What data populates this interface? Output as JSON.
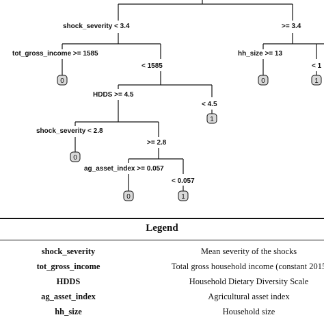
{
  "tree": {
    "splits": {
      "shock_lt": "shock_severity < 3.4",
      "shock_ge": ">= 3.4",
      "income_ge": "tot_gross_income >= 1585",
      "income_lt": "< 1585",
      "hh_ge": "hh_size >= 13",
      "hh_lt": "< 1",
      "hdds_ge": "HDDS >= 4.5",
      "hdds_lt": "< 4.5",
      "shock2_lt": "shock_severity < 2.8",
      "shock2_ge": ">= 2.8",
      "ag_ge": "ag_asset_index >= 0.057",
      "ag_lt": "< 0.057"
    },
    "leaves": {
      "l1": "0",
      "l2": "0",
      "l3": "1",
      "l4": "1",
      "l5": "0",
      "l6": "0",
      "l7": "1"
    }
  },
  "legend": {
    "title": "Legend",
    "rows": [
      {
        "term": "shock_severity",
        "desc": "Mean severity of the shocks"
      },
      {
        "term": "tot_gross_income",
        "desc": "Total gross household income (constant 2015"
      },
      {
        "term": "HDDS",
        "desc": "Household Dietary Diversity Scale"
      },
      {
        "term": "ag_asset_index",
        "desc": "Agricultural asset index"
      },
      {
        "term": "hh_size",
        "desc": "Household size"
      }
    ]
  }
}
